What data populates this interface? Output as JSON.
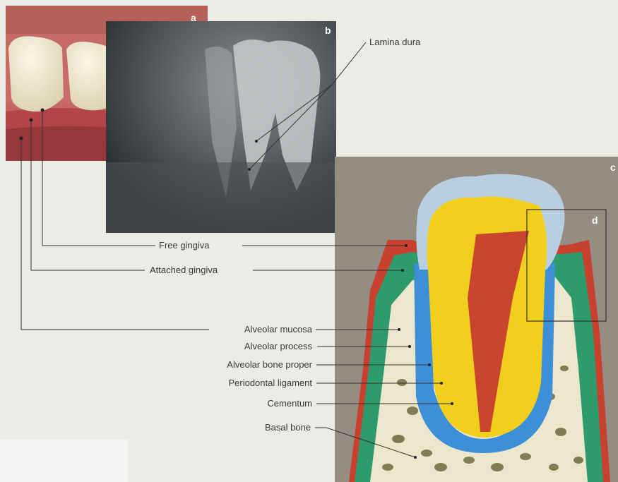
{
  "panels": {
    "a": "a",
    "b": "b",
    "c": "c",
    "d": "d"
  },
  "labels": {
    "lamina_dura": "Lamina dura",
    "free_gingiva": "Free gingiva",
    "attached_gingiva": "Attached gingiva",
    "alveolar_mucosa": "Alveolar mucosa",
    "alveolar_process": "Alveolar process",
    "alveolar_bone_proper": "Alveolar bone proper",
    "periodontal_ligament": "Periodontal ligament",
    "cementum": "Cementum",
    "basal_bone": "Basal bone"
  },
  "colors": {
    "enamel": "#b9cfe0",
    "dentin": "#f2cf1c",
    "pulp": "#c9452d",
    "ligament": "#3d8fd8",
    "gingiva": "#2e9b6c",
    "epithelium": "#c8402e",
    "bone": "#ece6cc"
  }
}
